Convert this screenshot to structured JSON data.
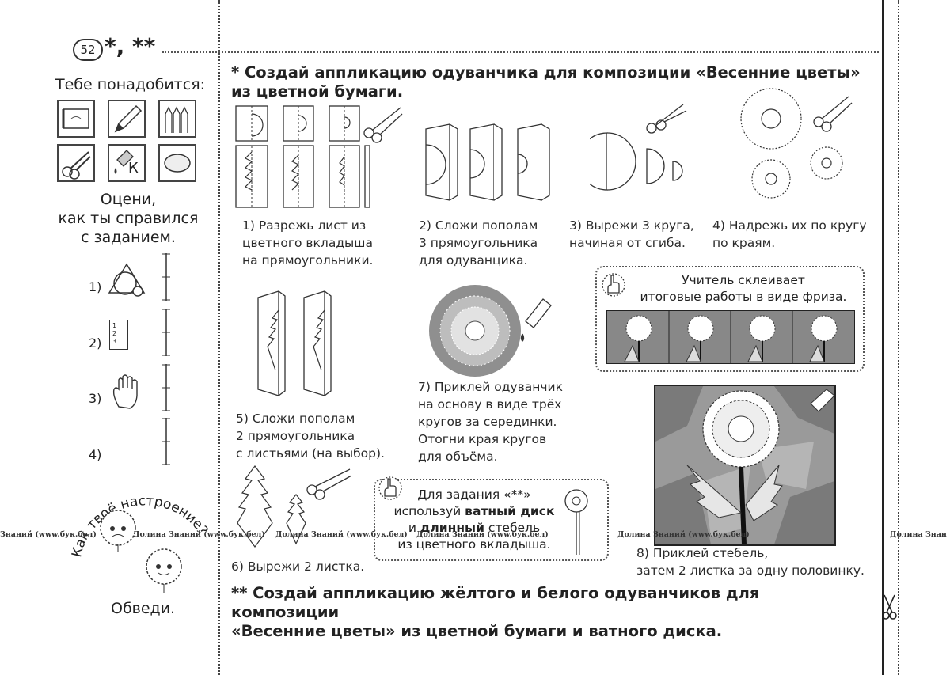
{
  "header": {
    "page_number": "52",
    "stars": "*, **"
  },
  "left": {
    "need_label": "Тебе понадобится:",
    "tool_icons": [
      "paper-pad-icon",
      "pencil-icon",
      "colored-pencils-icon",
      "scissors-icon",
      "glue-icon",
      "cotton-disk-icon"
    ],
    "glue_letter": "К",
    "evaluate_title": "Оцени,\nкак ты справился\nс заданием.",
    "criteria": [
      "1)",
      "2)",
      "3)",
      "4)"
    ],
    "list_digits": "1\n2\n3",
    "mood_text": "Как твоё настроение?",
    "trace_label": "Обведи."
  },
  "task1": {
    "title": "* Создай аппликацию одуванчика для композиции «Весенние цветы»\nиз цветной бумаги.",
    "steps": [
      "1) Разрежь лист из\nцветного вкладыша\nна прямоугольники.",
      "2) Сложи пополам\n3 прямоугольника\nдля одуванцика.",
      "3) Вырежи 3 круга,\nначиная от сгиба.",
      "4) Надрежь их по кругу\nпо краям.",
      "5) Сложи пополам\n2 прямоугольника\nс листьями (на выбор).",
      "6) Вырежи 2 листка.",
      "7) Приклей одуванчик\nна основу в виде трёх\nкругов за серединки.\nОтогни края кругов\nдля объёма.",
      "8) Приклей стебель,\nзатем 2 листка за одну половинку."
    ],
    "teacher_note": "Учитель склеивает\nитоговые работы в виде фриза."
  },
  "note2": {
    "line1": "Для задания «**»",
    "line2_pre": "используй ",
    "line2_bold": "ватный диск",
    "line3_pre": "и ",
    "line3_bold": "длинный",
    "line3_post": " стебель",
    "line4": "из цветного вкладыша."
  },
  "task2": {
    "title": "** Создай аппликацию жёлтого и белого одуванчиков для композиции\n«Весенние цветы» из цветной бумаги и ватного диска."
  },
  "watermark": "Долина Знаний (www.бук.бел)",
  "watermark_left": "Знаний (www.бук.бел)",
  "watermark_right": "Долина Знан"
}
